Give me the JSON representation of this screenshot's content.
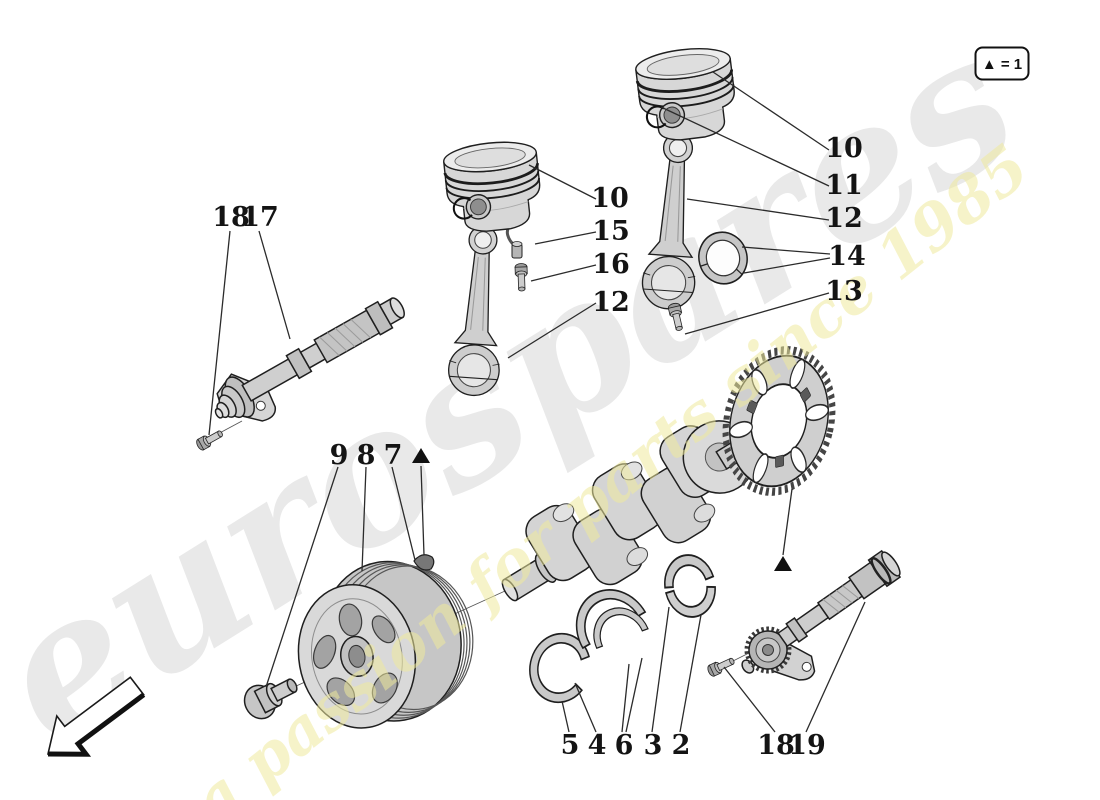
{
  "legend": {
    "text": "▲ = 1"
  },
  "watermark": {
    "brand": "eurospares",
    "tagline": "a passion for parts since 1985"
  },
  "colors": {
    "brand_gray": "#e9e9e9",
    "tagline_yellow": "#eeea9c",
    "line_art": "#1f1f1f",
    "background": "#ffffff"
  },
  "callouts": {
    "piston_top": "10",
    "piston_pin": "11",
    "conrod_right": "12",
    "rod_bearing": "14",
    "rod_bolt": "13",
    "piston_mid": "10",
    "oil_jet": "15",
    "jet_bolt": "16",
    "conrod_left": "12",
    "front_shaft_bolt": "18",
    "front_balance_shaft": "17",
    "pulley_hub_bolt": "9",
    "pulley": "8",
    "woodruff_key": "7",
    "thrust_ring": "5",
    "thrust_washer": "4",
    "main_bearing_pair": "6",
    "main_bearing_upper": "3",
    "main_bearing_lower": "2",
    "rear_shaft_bolt": "18",
    "rear_balance_shaft": "19"
  }
}
